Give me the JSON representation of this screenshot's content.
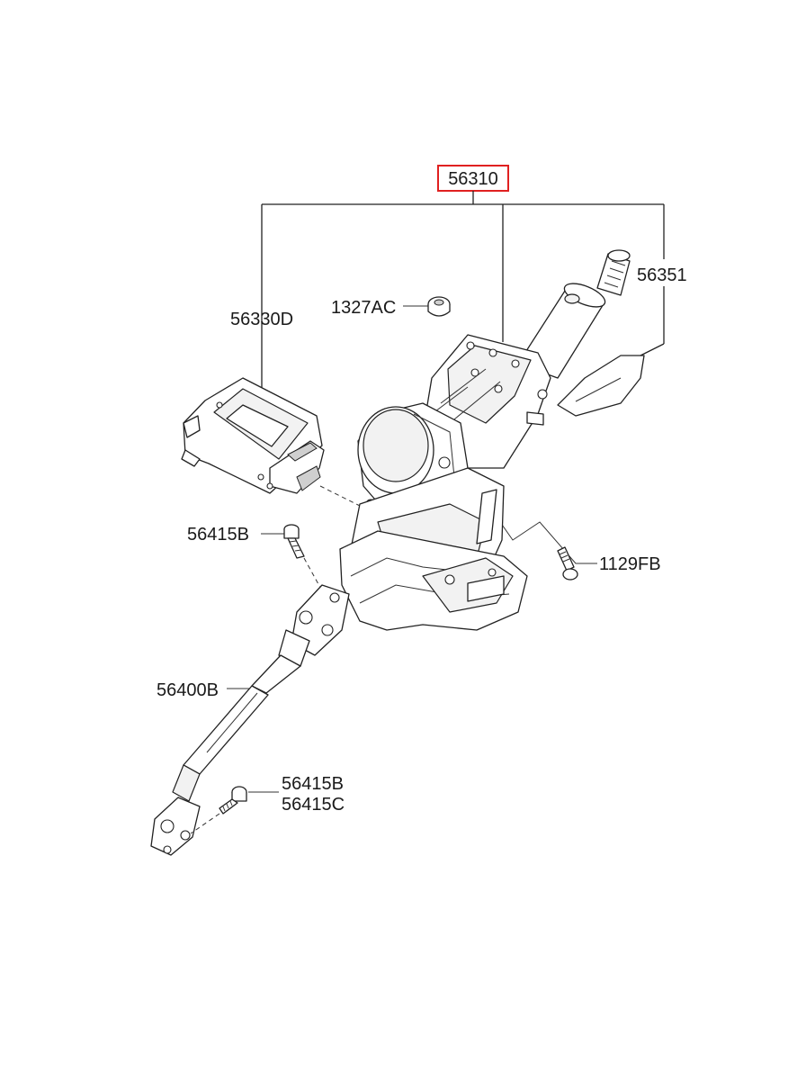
{
  "diagram": {
    "colors": {
      "highlight_box": "#e02020",
      "line": "#222222",
      "text": "#1a1a1a"
    },
    "labels": {
      "main_assembly": "56310",
      "ecu_module": "56330D",
      "nut": "1327AC",
      "tilt_lever": "56351",
      "bolt_top": "56415B",
      "bolt_right": "1129FB",
      "intermediate_shaft": "56400B",
      "bolt_bottom_1": "56415B",
      "bolt_bottom_2": "56415C"
    }
  }
}
